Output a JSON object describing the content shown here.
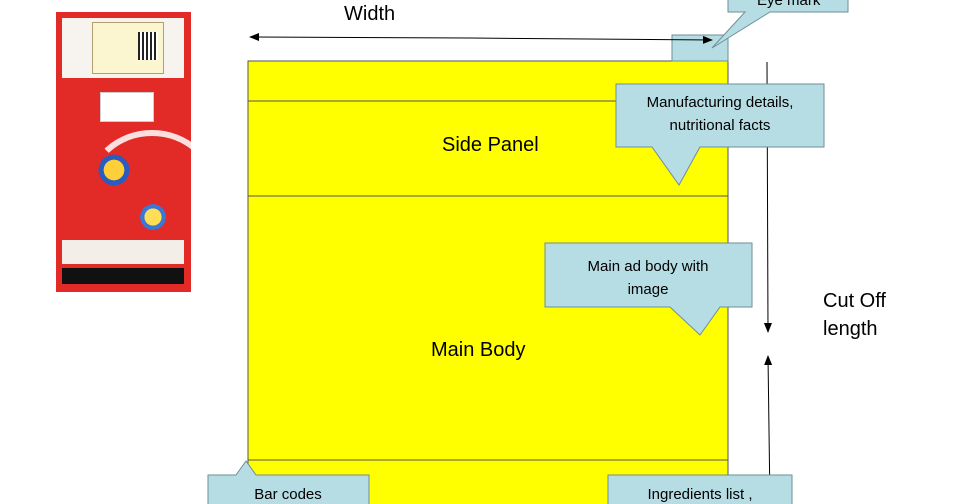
{
  "labels": {
    "width": "Width",
    "side_panel": "Side Panel",
    "main_body": "Main Body",
    "cut_off_line1": "Cut Off",
    "cut_off_line2": "length"
  },
  "callouts": {
    "eye_mark": "Eye mark",
    "manufacturing_line1": "Manufacturing details,",
    "manufacturing_line2": "nutritional facts",
    "main_ad_line1": "Main ad body with",
    "main_ad_line2": "image",
    "bar_codes": "Bar codes",
    "ingredients": "Ingredients list ,"
  },
  "colors": {
    "panel_fill": "#ffff00",
    "callout_fill": "#b7dde4",
    "callout_stroke": "#6e8f96",
    "eye_mark_fill": "#b7dde4",
    "pack_red": "#e22a26"
  },
  "thumbnail": {
    "description_icon": "pack-thumbnail-image"
  }
}
